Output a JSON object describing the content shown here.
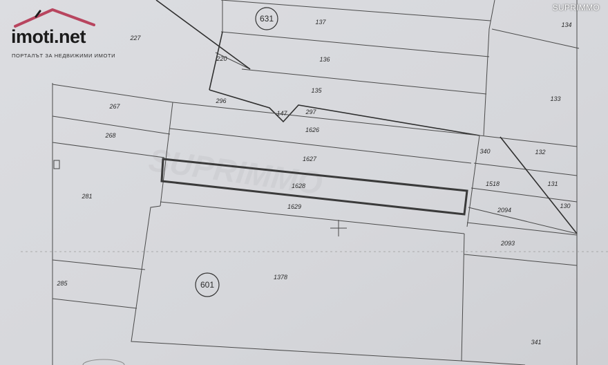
{
  "logo": {
    "name_main": "imoti",
    "name_suffix": ".net",
    "tagline": "ПОРТАЛЪТ ЗА НЕДВИЖИМИ ИМОТИ",
    "roof_color": "#b8455f"
  },
  "brand_mark": "SUPRIMMO",
  "watermark": "SUPRIMMO",
  "quarters": [
    {
      "id": "quarter-631",
      "label": "631"
    },
    {
      "id": "quarter-601",
      "label": "601"
    }
  ],
  "plots": [
    {
      "id": "plot-137",
      "label": "137"
    },
    {
      "id": "plot-134",
      "label": "134"
    },
    {
      "id": "plot-227",
      "label": "227"
    },
    {
      "id": "plot-220",
      "label": "220"
    },
    {
      "id": "plot-136",
      "label": "136"
    },
    {
      "id": "plot-135",
      "label": "135"
    },
    {
      "id": "plot-133",
      "label": "133"
    },
    {
      "id": "plot-267",
      "label": "267"
    },
    {
      "id": "plot-296",
      "label": "296"
    },
    {
      "id": "plot-147",
      "label": "147"
    },
    {
      "id": "plot-297",
      "label": "297"
    },
    {
      "id": "plot-1626",
      "label": "1626"
    },
    {
      "id": "plot-268",
      "label": "268"
    },
    {
      "id": "plot-340",
      "label": "340"
    },
    {
      "id": "plot-132",
      "label": "132"
    },
    {
      "id": "plot-1627",
      "label": "1627"
    },
    {
      "id": "plot-1518",
      "label": "1518"
    },
    {
      "id": "plot-131",
      "label": "131"
    },
    {
      "id": "plot-1628",
      "label": "1628"
    },
    {
      "id": "plot-281",
      "label": "281"
    },
    {
      "id": "plot-130",
      "label": "130"
    },
    {
      "id": "plot-1629",
      "label": "1629"
    },
    {
      "id": "plot-2094",
      "label": "2094"
    },
    {
      "id": "plot-2093",
      "label": "2093"
    },
    {
      "id": "plot-1378",
      "label": "1378"
    },
    {
      "id": "plot-285",
      "label": "285"
    },
    {
      "id": "plot-341",
      "label": "341"
    }
  ],
  "highlighted_plot": "1628",
  "colors": {
    "paper": "#d7d8dc",
    "lines": "#4a4a4a"
  }
}
